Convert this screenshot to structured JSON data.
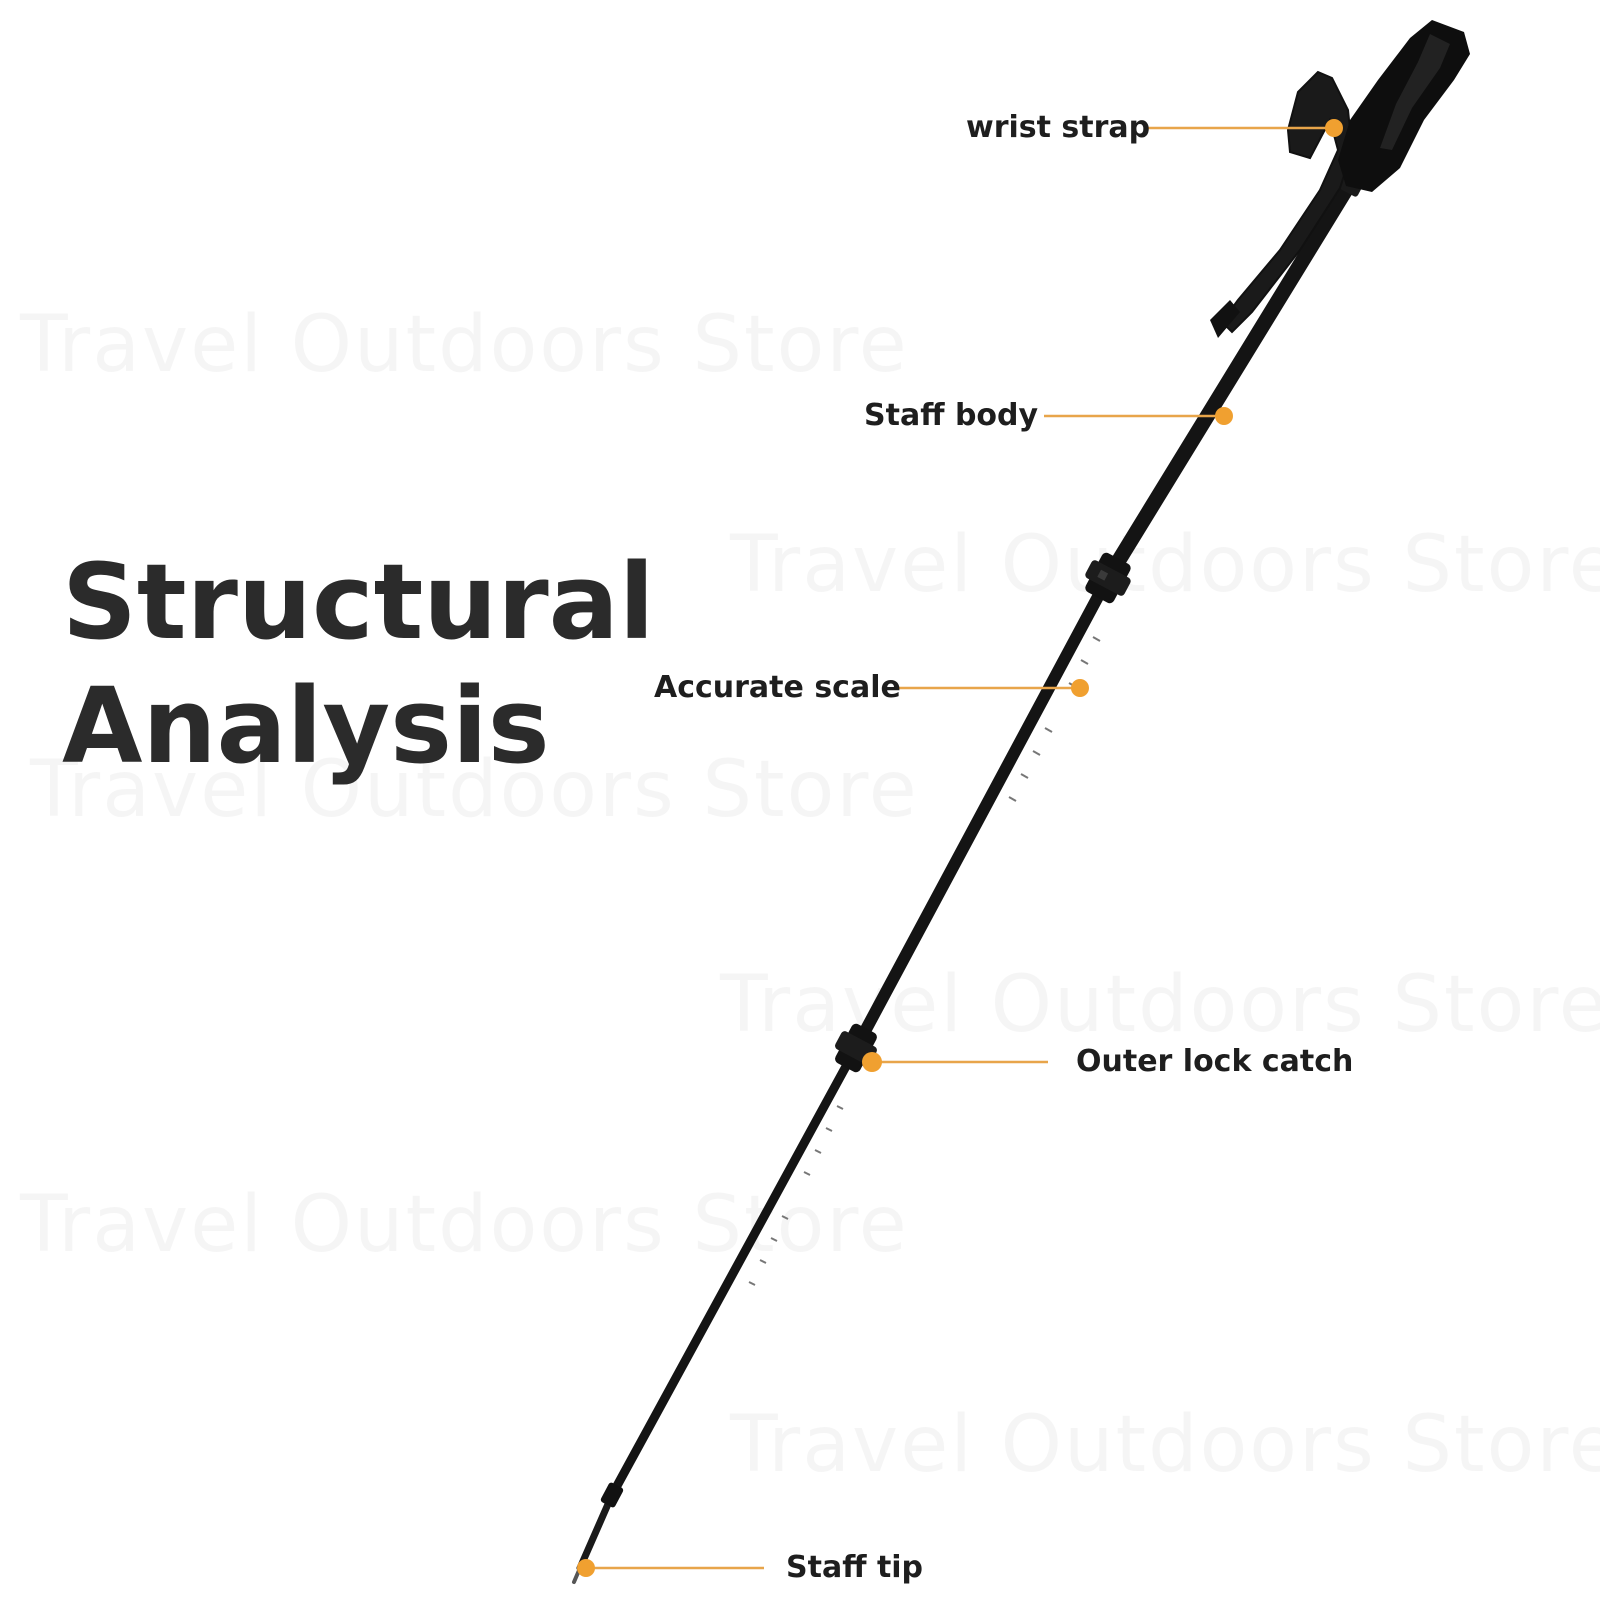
{
  "title": {
    "line1": "Structural",
    "line2": "Analysis"
  },
  "watermark": {
    "text": "Travel Outdoors Store"
  },
  "labels": {
    "wrist_strap": "wrist strap",
    "staff_body": "Staff body",
    "accurate_scale": "Accurate scale",
    "outer_lock_catch": "Outer lock catch",
    "staff_tip": "Staff tip"
  },
  "colors": {
    "accent": "#f0a030",
    "pole": "#141414",
    "text": "#2b2b2b"
  }
}
